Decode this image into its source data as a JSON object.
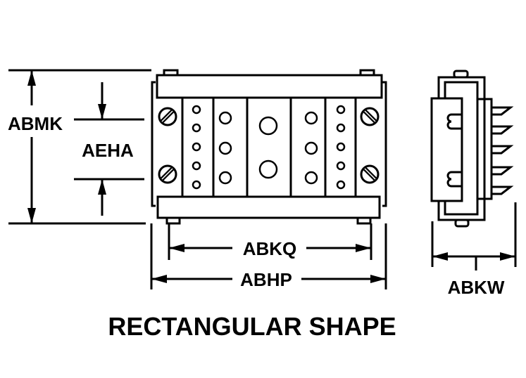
{
  "title": "RECTANGULAR SHAPE",
  "dimensions": {
    "overall_height": "ABMK",
    "mounting_height": "AEHA",
    "mounting_width": "ABKQ",
    "overall_width": "ABHP",
    "depth": "ABKW"
  },
  "colors": {
    "ink": "#000000",
    "background": "#ffffff"
  }
}
